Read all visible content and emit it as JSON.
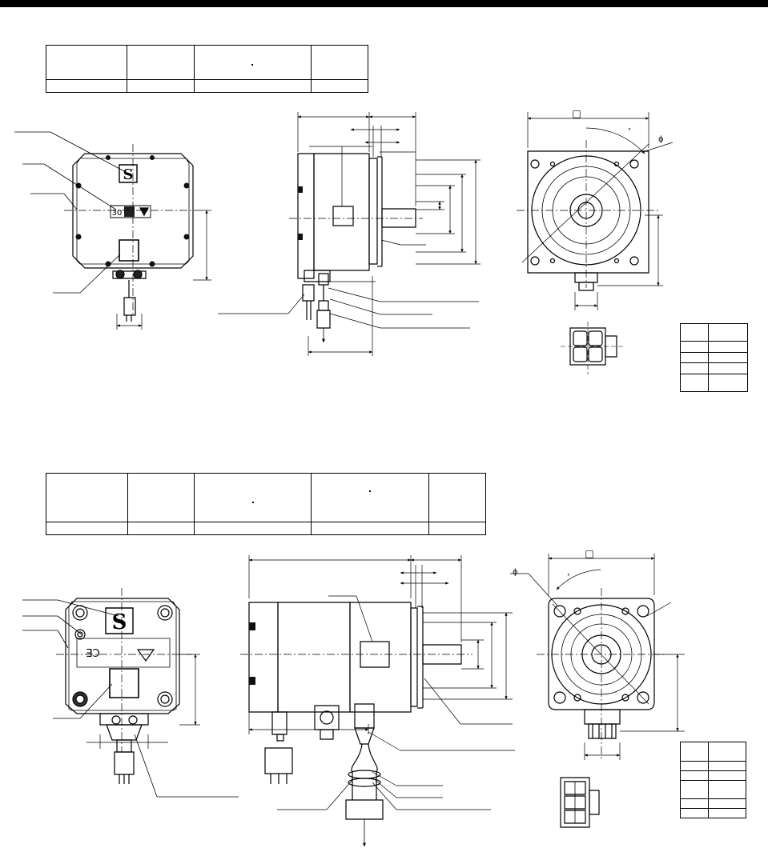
{
  "page": {
    "symbols": {
      "square": "□",
      "phi": "ϕ",
      "ce_mark": "CE",
      "logo_letter": "S",
      "digits_30": "30",
      "degree": "°"
    }
  }
}
